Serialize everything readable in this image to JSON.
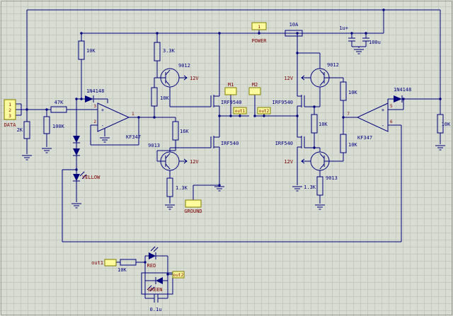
{
  "colors": {
    "canvas_bg": "#d9dcd2",
    "grid_line": "#c3cbc1",
    "wire": "#00007d",
    "value_text": "#000080",
    "net_text": "#7d0000",
    "port_fill": "#fdfb9e",
    "port_border": "#827f00",
    "page_border": "#a0a098"
  },
  "components": {
    "fuse": "10A",
    "cap_top_1": "1u+",
    "cap_top_2": "100u",
    "cap_bottom": "0.1u",
    "r1": "10K",
    "r2": "3.3K",
    "r3": "10K",
    "r4": "16K",
    "r5": "1.3K",
    "r6": "2K",
    "r7": "100K",
    "r8": "47K",
    "r9": "10K",
    "r10": "10K",
    "r11": "10K",
    "r12": "1.3K",
    "r13": "10K",
    "r14": "10K",
    "q1": "9012",
    "q2": "9013",
    "q3": "9012",
    "q4": "9013",
    "f1": "IRF9540",
    "f2": "IRF540",
    "f3": "IRF9540",
    "f4": "IRF540",
    "d1": "1N4148",
    "d2": "1N4148",
    "u1": "KF347",
    "u2": "KF347",
    "led1": "YELLOW",
    "led2": "RED",
    "led3": "GREEN"
  },
  "nets": {
    "power": "POWER",
    "ground": "GROUND",
    "data": "DATA",
    "m1": "M1",
    "m2": "M2",
    "out1": "out1",
    "out2": "out2",
    "v12": "12V"
  },
  "pins": {
    "data1": "1",
    "data2": "2",
    "data3": "3",
    "u1_p": "3",
    "u1_n": "2",
    "u1_o": "1",
    "u2_p": "5",
    "u2_n": "6",
    "u2_o": "7",
    "power": "1"
  },
  "symbols": {
    "plus": "+",
    "minus": "-"
  }
}
